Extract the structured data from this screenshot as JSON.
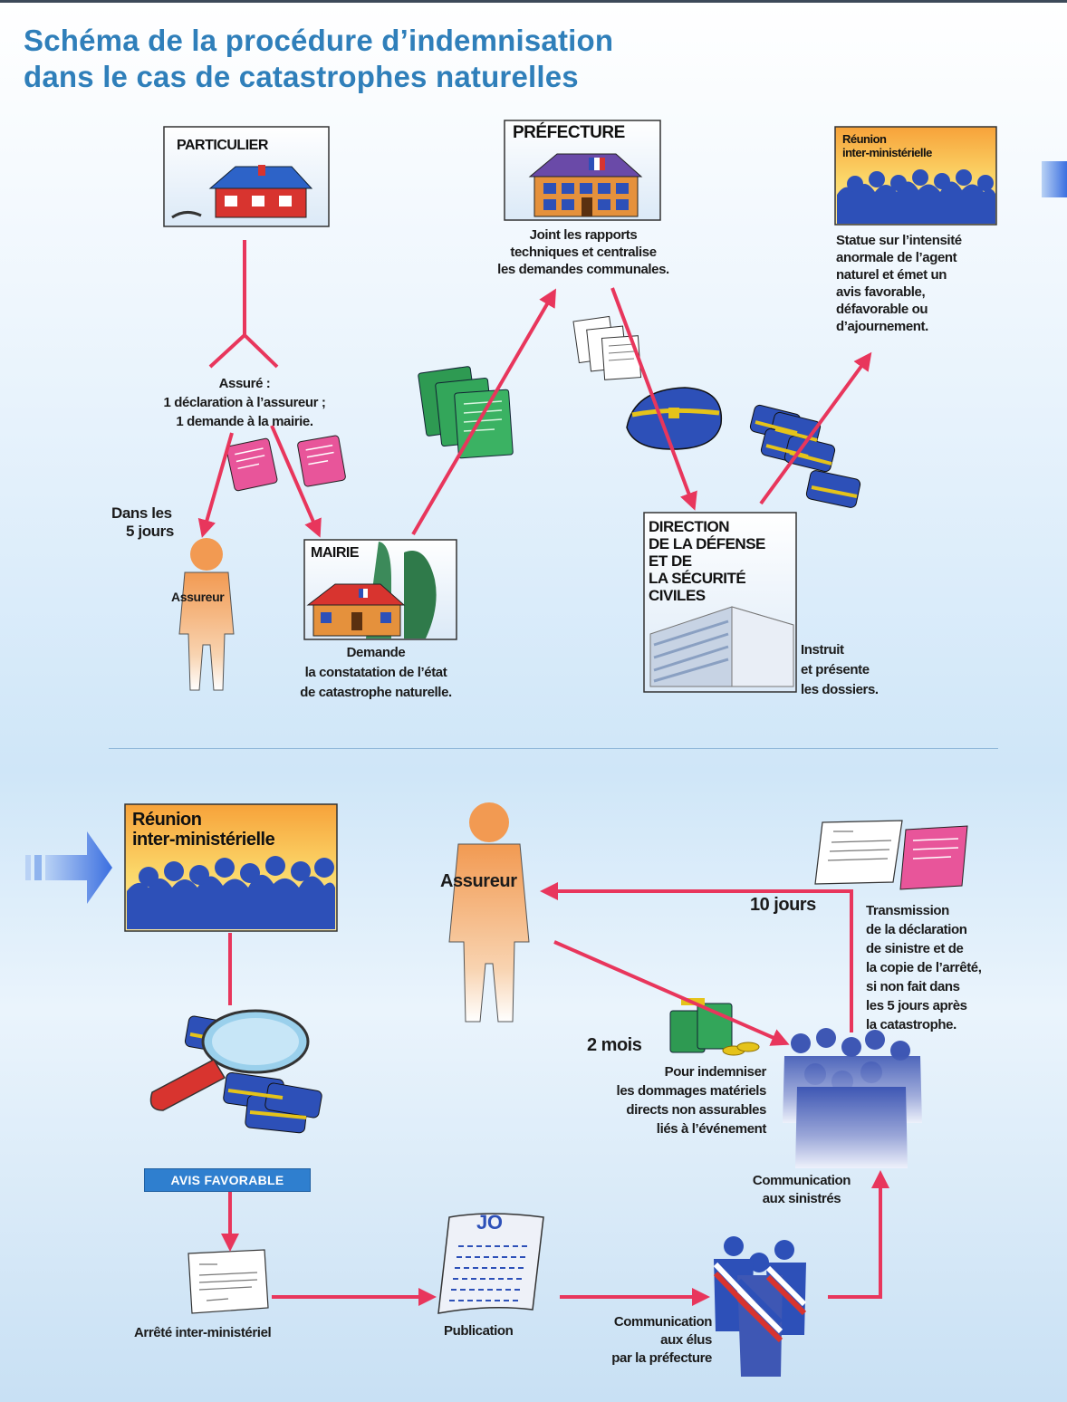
{
  "title": {
    "line1": "Schéma de la procédure d’indemnisation",
    "line2": "dans le cas de catastrophes naturelles"
  },
  "top": {
    "particulier": {
      "label": "PARTICULIER"
    },
    "assure_text": {
      "line1": "Assuré :",
      "line2": "1 déclaration à l’assureur ;",
      "line3": "1 demande à la mairie."
    },
    "delay_5": {
      "line1": "Dans les",
      "line2": "5 jours"
    },
    "assureur_label": "Assureur",
    "mairie": {
      "label": "MAIRIE",
      "text1": "Demande",
      "text2": "la constatation de l’état",
      "text3": "de catastrophe naturelle."
    },
    "prefecture": {
      "label": "PRÉFECTURE",
      "text1": "Joint les rapports",
      "text2": "techniques et centralise",
      "text3": "les demandes communales."
    },
    "ddsc": {
      "label1": "DIRECTION",
      "label2": "DE LA DÉFENSE",
      "label3": "ET DE",
      "label4": "LA SÉCURITÉ",
      "label5": "CIVILES",
      "text1": "Instruit",
      "text2": "et présente",
      "text3": "les dossiers."
    },
    "reunion": {
      "label1": "Réunion",
      "label2": "inter-ministérielle",
      "text1": "Statue sur l’intensité",
      "text2": "anormale de l’agent",
      "text3": "naturel et émet un",
      "text4": "avis favorable,",
      "text5": "défavorable ou",
      "text6": "d’ajournement."
    }
  },
  "bottom": {
    "reunion": {
      "label1": "Réunion",
      "label2": "inter-ministérielle"
    },
    "avis_favorable": "AVIS FAVORABLE",
    "arrete_label": "Arrêté inter-ministériel",
    "publication_label": "Publication",
    "jo_label": "JO",
    "communication_elus": {
      "line1": "Communication",
      "line2": "aux élus",
      "line3": "par la préfecture"
    },
    "communication_sinistres": {
      "line1": "Communication",
      "line2": "aux sinistrés"
    },
    "assureur_label": "Assureur",
    "delay_10": "10 jours",
    "transmission": {
      "line1": "Transmission",
      "line2": "de la déclaration",
      "line3": "de sinistre et de",
      "line4": "la copie de l’arrêté,",
      "line5": "si non fait dans",
      "line6": "les 5 jours après",
      "line7": "la catastrophe."
    },
    "delay_2": "2 mois",
    "indemniser": {
      "line1": "Pour indemniser",
      "line2": "les dommages matériels",
      "line3": "directs non assurables",
      "line4": "liés à l’événement"
    }
  },
  "colors": {
    "arrow": "#e8365c",
    "title": "#2f7fba",
    "folder": "#2d50b8",
    "strap": "#e5c31a",
    "person": "#f2a866",
    "crowd": "#3e57b4"
  }
}
